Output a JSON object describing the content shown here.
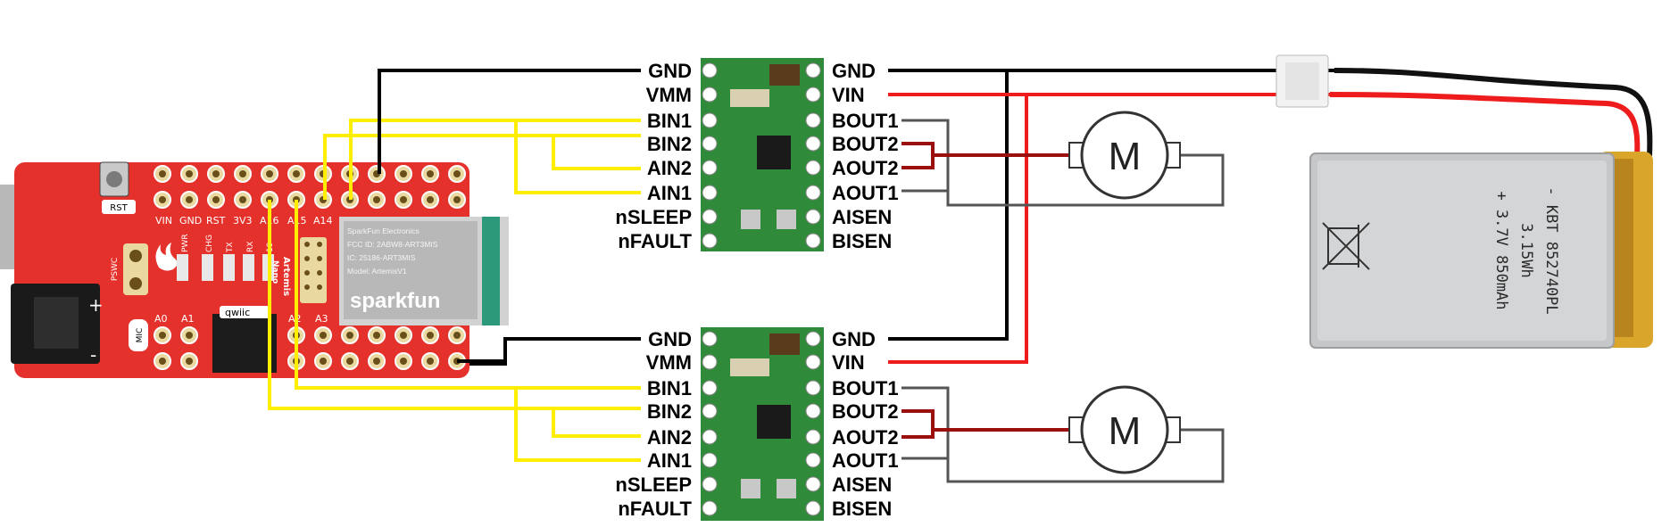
{
  "board": {
    "rst_label": "RST",
    "pswc_label": "PSWC",
    "mic_label": "MIC",
    "qwiic_label": "qwiic",
    "artemis_label": "Artemis",
    "nano_label": "Nano",
    "top_labels": [
      "VIN",
      "GND",
      "RST",
      "3V3",
      "A16",
      "A15",
      "A14"
    ],
    "led_labels": [
      "PWR",
      "CHG",
      "TX",
      "RX",
      "19"
    ],
    "bottom_labels": [
      "A0",
      "A1",
      "A2",
      "A3"
    ],
    "module_lines": [
      "SparkFun Electronics",
      "FCC ID: 2ABW8-ART3MIS",
      "IC: 25186-ART3MIS",
      "Model: ArtemisV1"
    ],
    "module_brand": "sparkfun"
  },
  "driver_left_pins": [
    "GND",
    "VMM",
    "BIN1",
    "BIN2",
    "AIN2",
    "AIN1",
    "nSLEEP",
    "nFAULT"
  ],
  "driver_right_pins": [
    "GND",
    "VIN",
    "BOUT1",
    "BOUT2",
    "AOUT2",
    "AOUT1",
    "AISEN",
    "BISEN"
  ],
  "motor_label": "M",
  "battery": {
    "line1": "- KBT 852740PL",
    "line2": "3.15Wh",
    "line3": "+ 3.7V 850mAh"
  },
  "colors": {
    "board_red": "#e5312b",
    "driver_green": "#2f8a3a",
    "gnd_wire": "#000000",
    "power_wire": "#ee1c1c",
    "signal_wire": "#ffee00",
    "motor_wire": "#555555",
    "motor_lead": "#9b0f0f",
    "battery_body": "#c6c7c9",
    "battery_tape": "#d9a52a"
  }
}
